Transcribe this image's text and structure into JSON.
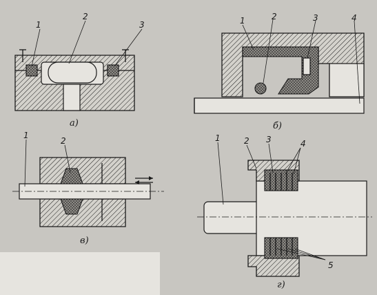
{
  "panels": [
    {
      "id": "a",
      "caption": "а)",
      "callouts": [
        "1",
        "2",
        "3"
      ]
    },
    {
      "id": "b",
      "caption": "б)",
      "callouts": [
        "1",
        "2",
        "3",
        "4"
      ]
    },
    {
      "id": "v",
      "caption": "в)",
      "callouts": [
        "1",
        "2"
      ]
    },
    {
      "id": "g",
      "caption": "г)",
      "callouts": [
        "1",
        "2",
        "3",
        "4",
        "5"
      ]
    }
  ],
  "colors": {
    "paper": "#c8c6c1",
    "ink": "#1a1a1a",
    "blank": "#e6e4df"
  }
}
